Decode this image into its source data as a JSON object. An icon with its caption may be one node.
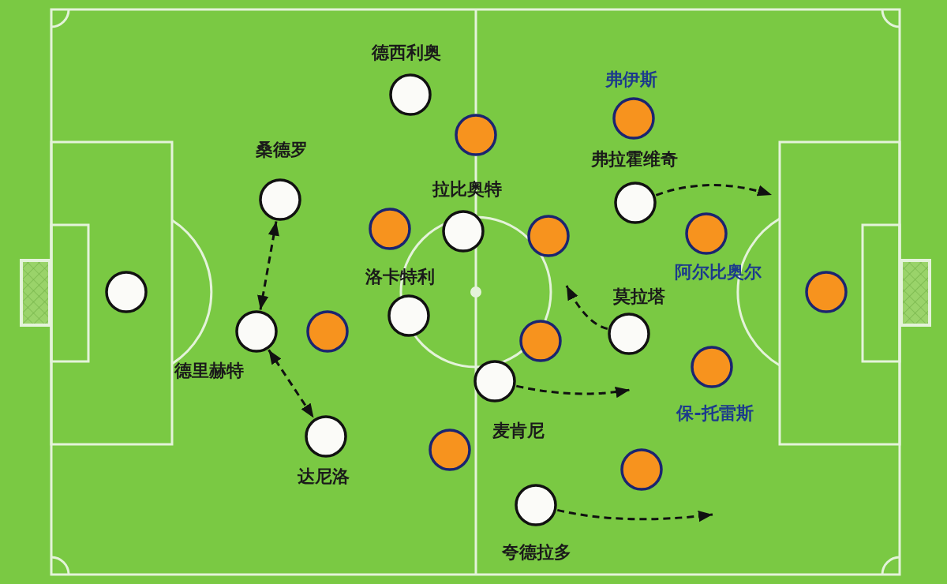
{
  "diagram": {
    "nodes": [
      {
        "text": [],
        "shape": "circle",
        "beside": [
          "德西利奥"
        ]
      },
      {
        "text": [],
        "shape": "circle",
        "beside": [
          "弗伊斯"
        ]
      },
      {
        "text": [],
        "shape": "circle"
      },
      {
        "text": [],
        "shape": "circle",
        "beside": [
          "桑德罗"
        ]
      },
      {
        "text": [],
        "shape": "circle",
        "beside": [
          "弗拉霍维奇"
        ]
      },
      {
        "text": [],
        "shape": "circle"
      },
      {
        "text": [],
        "shape": "circle",
        "beside": [
          "拉比奥特"
        ]
      },
      {
        "text": [],
        "shape": "circle"
      },
      {
        "text": [],
        "shape": "circle",
        "beside": [
          "阿尔比奥尔"
        ]
      },
      {
        "text": [],
        "shape": "circle"
      },
      {
        "text": [],
        "shape": "circle"
      },
      {
        "text": [],
        "shape": "circle",
        "beside": [
          "洛卡特利"
        ]
      },
      {
        "text": [],
        "shape": "circle",
        "beside": [
          "德里赫特"
        ]
      },
      {
        "text": [],
        "shape": "circle"
      },
      {
        "text": [],
        "shape": "circle",
        "beside": [
          "莫拉塔"
        ]
      },
      {
        "text": [],
        "shape": "circle"
      },
      {
        "text": [],
        "shape": "circle",
        "beside": [
          "保-托雷斯"
        ]
      },
      {
        "text": [],
        "shape": "circle",
        "beside": [
          "麦肯尼"
        ]
      },
      {
        "text": [],
        "shape": "circle",
        "beside": [
          "达尼洛"
        ]
      },
      {
        "text": [],
        "shape": "circle"
      },
      {
        "text": [],
        "shape": "circle"
      },
      {
        "text": [],
        "shape": "circle",
        "beside": [
          "夸德拉多"
        ]
      }
    ],
    "edges": [
      {
        "from": 3,
        "to": 12,
        "arrow": "both",
        "style": "dashed"
      },
      {
        "from": 12,
        "to": 18,
        "arrow": "both",
        "style": "dashed"
      },
      {
        "from": 4,
        "to": null,
        "arrow": "to",
        "style": "dashed"
      },
      {
        "from": 14,
        "to": null,
        "arrow": "to",
        "style": "dashed"
      },
      {
        "from": 17,
        "to": null,
        "arrow": "to",
        "style": "dashed"
      },
      {
        "from": 21,
        "to": null,
        "arrow": "to",
        "style": "dashed"
      }
    ]
  }
}
